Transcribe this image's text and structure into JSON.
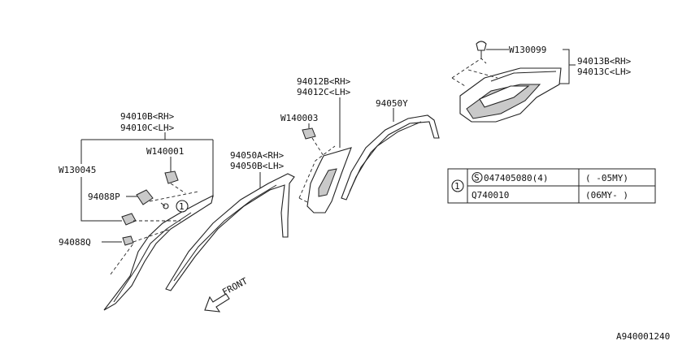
{
  "labels": {
    "p94010b": "94010B<RH>",
    "p94010c": "94010C<LH>",
    "w140001": "W140001",
    "w130045": "W130045",
    "p94088p": "94088P",
    "p94088q": "94088Q",
    "p94050a": "94050A<RH>",
    "p94050b": "94050B<LH>",
    "p94012b": "94012B<RH>",
    "p94012c": "94012C<LH>",
    "w140003": "W140003",
    "p94050y": "94050Y",
    "w130099": "W130099",
    "p94013b": "94013B<RH>",
    "p94013c": "94013C<LH>",
    "callout": "1",
    "front": "FRONT",
    "diagram_code": "A940001240"
  },
  "table": {
    "index": "1",
    "rows": [
      {
        "part": "047405080(4)",
        "part_prefix": "S",
        "range": "(  -05MY)"
      },
      {
        "part": "Q740010",
        "part_prefix": "",
        "range": "(06MY-  )"
      }
    ]
  }
}
